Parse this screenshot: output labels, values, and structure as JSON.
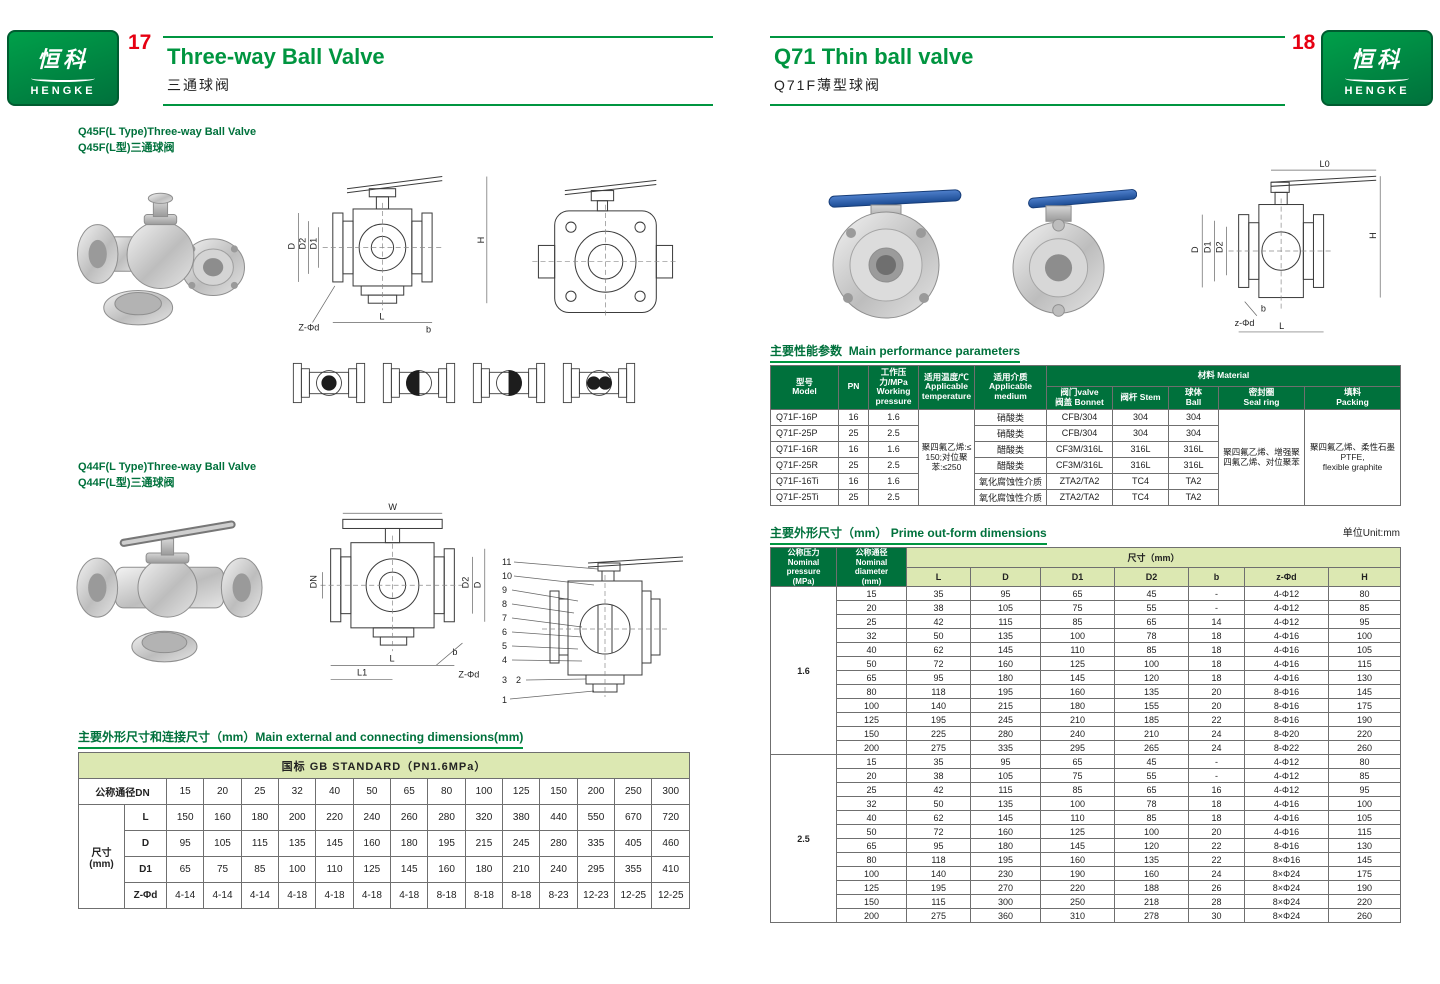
{
  "brand": {
    "zh": "恒科",
    "en": "HENGKE"
  },
  "drawings": {
    "q45f": {
      "H": "H",
      "D": "D",
      "D1": "D1",
      "D2": "D2",
      "L": "L",
      "b": "b",
      "Z": "Z-Φd"
    },
    "q44f": {
      "W": "W",
      "DN": "DN",
      "L": "L",
      "L1": "L1",
      "b": "b",
      "D2": "D2",
      "D": "D",
      "Z": "Z-Φd"
    },
    "q44f_callouts": [
      "11",
      "10",
      "9",
      "8",
      "7",
      "6",
      "5",
      "4",
      "3",
      "2",
      "1"
    ],
    "q71": {
      "L0": "L0",
      "H": "H",
      "D": "D",
      "D1": "D1",
      "D2": "D2",
      "L": "L",
      "b": "b",
      "Z": "z-Φd"
    }
  },
  "page_left": {
    "page_no": "17",
    "title_en": "Three-way Ball Valve",
    "title_zh": "三通球阀",
    "sec1_title_en": "Q45F(L Type)Three-way Ball Valve",
    "sec1_title_zh": "Q45F(L型)三通球阀",
    "sec2_title_en": "Q44F(L Type)Three-way Ball Valve",
    "sec2_title_zh": "Q44F(L型)三通球阀",
    "dim_table": {
      "title": "主要外形尺寸和连接尺寸（mm）Main external and connecting dimensions(mm)",
      "band": "国标 GB STANDARD（PN1.6MPa）",
      "dn_label": "公称通径DN",
      "size_label": "尺寸\n(mm)",
      "dn": [
        "15",
        "20",
        "25",
        "32",
        "40",
        "50",
        "65",
        "80",
        "100",
        "125",
        "150",
        "200",
        "250",
        "300"
      ],
      "rows": [
        {
          "label": "L",
          "values": [
            "150",
            "160",
            "180",
            "200",
            "220",
            "240",
            "260",
            "280",
            "320",
            "380",
            "440",
            "550",
            "670",
            "720"
          ]
        },
        {
          "label": "D",
          "values": [
            "95",
            "105",
            "115",
            "135",
            "145",
            "160",
            "180",
            "195",
            "215",
            "245",
            "280",
            "335",
            "405",
            "460"
          ]
        },
        {
          "label": "D1",
          "values": [
            "65",
            "75",
            "85",
            "100",
            "110",
            "125",
            "145",
            "160",
            "180",
            "210",
            "240",
            "295",
            "355",
            "410"
          ]
        },
        {
          "label": "Z-Φd",
          "values": [
            "4-14",
            "4-14",
            "4-14",
            "4-18",
            "4-18",
            "4-18",
            "4-18",
            "8-18",
            "8-18",
            "8-18",
            "8-23",
            "12-23",
            "12-25",
            "12-25"
          ]
        }
      ]
    }
  },
  "page_right": {
    "page_no": "18",
    "title_en": "Q71 Thin ball valve",
    "title_zh": "Q71F薄型球阀",
    "perf_table": {
      "title_zh": "主要性能参数",
      "title_en": "Main performance parameters",
      "headers": {
        "model": "型号\nModel",
        "pn": "PN",
        "pressure": "工作压力/MPa\nWorking\npressure",
        "temp": "适用温度/℃\nApplicable\ntemperature",
        "medium": "适用介质\nApplicable\nmedium",
        "material": "材料 Material",
        "bonnet": "阀门valve\n阀盖 Bonnet",
        "stem": "阀杆 Stem",
        "ball": "球体\nBall",
        "seal": "密封圈\nSeal ring",
        "packing": "填料\nPacking"
      },
      "temp_merged": "聚四氟乙烯:≤150;对位聚苯:≤250",
      "seal_merged": "聚四氟乙烯、增强聚四氟乙烯、对位聚苯",
      "packing_merged": "聚四氟乙烯、柔性石墨\nPTFE,\nflexible graphite",
      "rows": [
        {
          "model": "Q71F-16P",
          "pn": "16",
          "pressure": "1.6",
          "medium": "硝酸类",
          "bonnet": "CFB/304",
          "stem": "304",
          "ball": "304"
        },
        {
          "model": "Q71F-25P",
          "pn": "25",
          "pressure": "2.5",
          "medium": "硝酸类",
          "bonnet": "CFB/304",
          "stem": "304",
          "ball": "304"
        },
        {
          "model": "Q71F-16R",
          "pn": "16",
          "pressure": "1.6",
          "medium": "醋酸类",
          "bonnet": "CF3M/316L",
          "stem": "316L",
          "ball": "316L"
        },
        {
          "model": "Q71F-25R",
          "pn": "25",
          "pressure": "2.5",
          "medium": "醋酸类",
          "bonnet": "CF3M/316L",
          "stem": "316L",
          "ball": "316L"
        },
        {
          "model": "Q71F-16Ti",
          "pn": "16",
          "pressure": "1.6",
          "medium": "氧化腐蚀性介质",
          "bonnet": "ZTA2/TA2",
          "stem": "TC4",
          "ball": "TA2"
        },
        {
          "model": "Q71F-25Ti",
          "pn": "25",
          "pressure": "2.5",
          "medium": "氧化腐蚀性介质",
          "bonnet": "ZTA2/TA2",
          "stem": "TC4",
          "ball": "TA2"
        }
      ]
    },
    "outform_table": {
      "title_zh": "主要外形尺寸（mm）",
      "title_en": "Prime out-form dimensions",
      "unit": "单位Unit:mm",
      "headers": {
        "pressure": "公称压力\nNominal\npressure\n(MPa)",
        "diameter": "公称通径\nNominal\ndiameter\n(mm)",
        "size_group": "尺寸（mm）",
        "cols": [
          "L",
          "D",
          "D1",
          "D2",
          "b",
          "z-Φd",
          "H"
        ]
      },
      "groups": [
        {
          "pressure": "1.6",
          "rows": [
            [
              "15",
              "35",
              "95",
              "65",
              "45",
              "-",
              "4-Φ12",
              "80"
            ],
            [
              "20",
              "38",
              "105",
              "75",
              "55",
              "-",
              "4-Φ12",
              "85"
            ],
            [
              "25",
              "42",
              "115",
              "85",
              "65",
              "14",
              "4-Φ12",
              "95"
            ],
            [
              "32",
              "50",
              "135",
              "100",
              "78",
              "18",
              "4-Φ16",
              "100"
            ],
            [
              "40",
              "62",
              "145",
              "110",
              "85",
              "18",
              "4-Φ16",
              "105"
            ],
            [
              "50",
              "72",
              "160",
              "125",
              "100",
              "18",
              "4-Φ16",
              "115"
            ],
            [
              "65",
              "95",
              "180",
              "145",
              "120",
              "18",
              "4-Φ16",
              "130"
            ],
            [
              "80",
              "118",
              "195",
              "160",
              "135",
              "20",
              "8-Φ16",
              "145"
            ],
            [
              "100",
              "140",
              "215",
              "180",
              "155",
              "20",
              "8-Φ16",
              "175"
            ],
            [
              "125",
              "195",
              "245",
              "210",
              "185",
              "22",
              "8-Φ16",
              "190"
            ],
            [
              "150",
              "225",
              "280",
              "240",
              "210",
              "24",
              "8-Φ20",
              "220"
            ],
            [
              "200",
              "275",
              "335",
              "295",
              "265",
              "24",
              "8-Φ22",
              "260"
            ]
          ]
        },
        {
          "pressure": "2.5",
          "rows": [
            [
              "15",
              "35",
              "95",
              "65",
              "45",
              "-",
              "4-Φ12",
              "80"
            ],
            [
              "20",
              "38",
              "105",
              "75",
              "55",
              "-",
              "4-Φ12",
              "85"
            ],
            [
              "25",
              "42",
              "115",
              "85",
              "65",
              "16",
              "4-Φ12",
              "95"
            ],
            [
              "32",
              "50",
              "135",
              "100",
              "78",
              "18",
              "4-Φ16",
              "100"
            ],
            [
              "40",
              "62",
              "145",
              "110",
              "85",
              "18",
              "4-Φ16",
              "105"
            ],
            [
              "50",
              "72",
              "160",
              "125",
              "100",
              "20",
              "4-Φ16",
              "115"
            ],
            [
              "65",
              "95",
              "180",
              "145",
              "120",
              "22",
              "8-Φ16",
              "130"
            ],
            [
              "80",
              "118",
              "195",
              "160",
              "135",
              "22",
              "8×Φ16",
              "145"
            ],
            [
              "100",
              "140",
              "230",
              "190",
              "160",
              "24",
              "8×Φ24",
              "175"
            ],
            [
              "125",
              "195",
              "270",
              "220",
              "188",
              "26",
              "8×Φ24",
              "190"
            ],
            [
              "150",
              "115",
              "300",
              "250",
              "218",
              "28",
              "8×Φ24",
              "220"
            ],
            [
              "200",
              "275",
              "360",
              "310",
              "278",
              "30",
              "8×Φ24",
              "260"
            ]
          ]
        }
      ]
    }
  }
}
